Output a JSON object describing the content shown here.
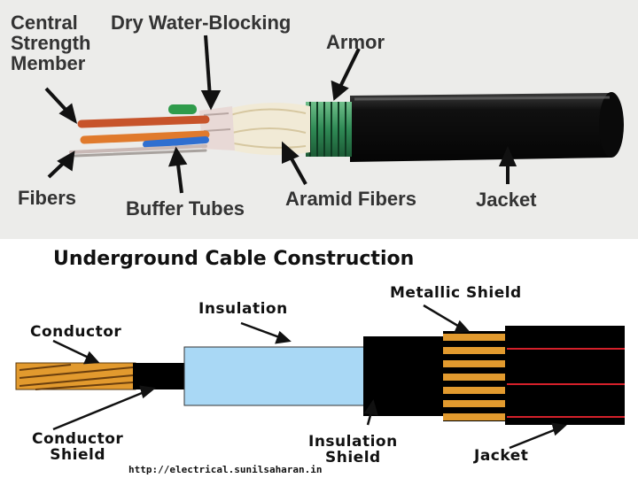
{
  "top_photo": {
    "labels": {
      "central_strength_member": "Central\nStrength\nMember",
      "dry_water_blocking": "Dry Water-Blocking",
      "armor": "Armor",
      "fibers": "Fibers",
      "buffer_tubes": "Buffer Tubes",
      "aramid_fibers": "Aramid Fibers",
      "jacket": "Jacket"
    }
  },
  "bottom_diagram": {
    "title": "Underground Cable Construction",
    "labels": {
      "conductor": "Conductor",
      "insulation": "Insulation",
      "metallic_shield": "Metallic Shield",
      "conductor_shield": "Conductor\nShield",
      "insulation_shield": "Insulation\nShield",
      "jacket": "Jacket"
    },
    "url": "http://electrical.sunilsaharan.in"
  },
  "colors": {
    "conductor_copper": "#e29a2e",
    "insulation_blue": "#a9d8f5",
    "stripe_red": "#d4202a",
    "armor_green": "#2f8a55"
  }
}
